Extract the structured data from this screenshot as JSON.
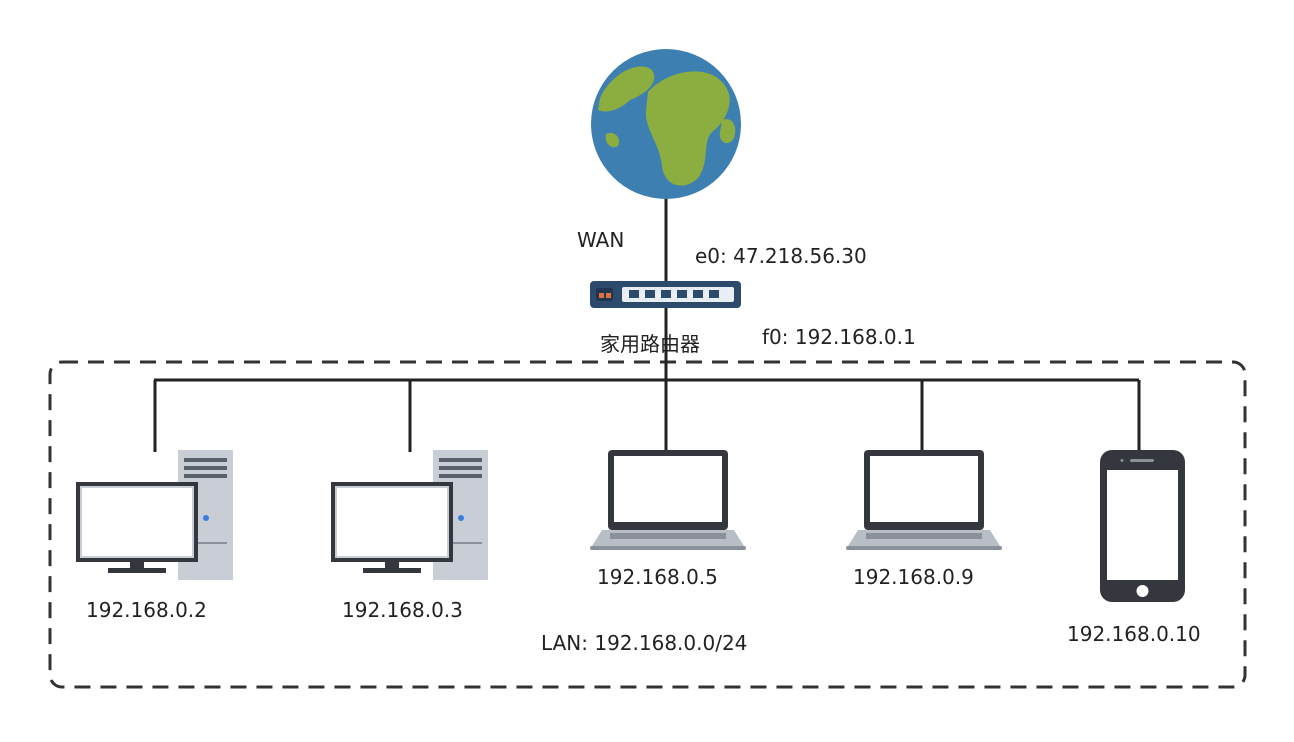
{
  "wan": {
    "label": "WAN",
    "icon": "globe-icon"
  },
  "router": {
    "label": "家用路由器",
    "icon": "router-icon",
    "wan_interface": "e0: 47.218.56.30",
    "lan_interface": "f0: 192.168.0.1"
  },
  "lan": {
    "label": "LAN: 192.168.0.0/24"
  },
  "devices": [
    {
      "type": "desktop",
      "icon": "desktop-computer-icon",
      "ip": "192.168.0.2"
    },
    {
      "type": "desktop",
      "icon": "desktop-computer-icon",
      "ip": "192.168.0.3"
    },
    {
      "type": "laptop",
      "icon": "laptop-icon",
      "ip": "192.168.0.5"
    },
    {
      "type": "laptop",
      "icon": "laptop-icon",
      "ip": "192.168.0.9"
    },
    {
      "type": "phone",
      "icon": "smartphone-icon",
      "ip": "192.168.0.10"
    }
  ],
  "colors": {
    "ocean": "#3d7fb1",
    "land": "#8cad3f",
    "router_body": "#2c4a6b",
    "line": "#222222",
    "device_gray": "#c9ced6",
    "device_dark": "#34373d"
  }
}
